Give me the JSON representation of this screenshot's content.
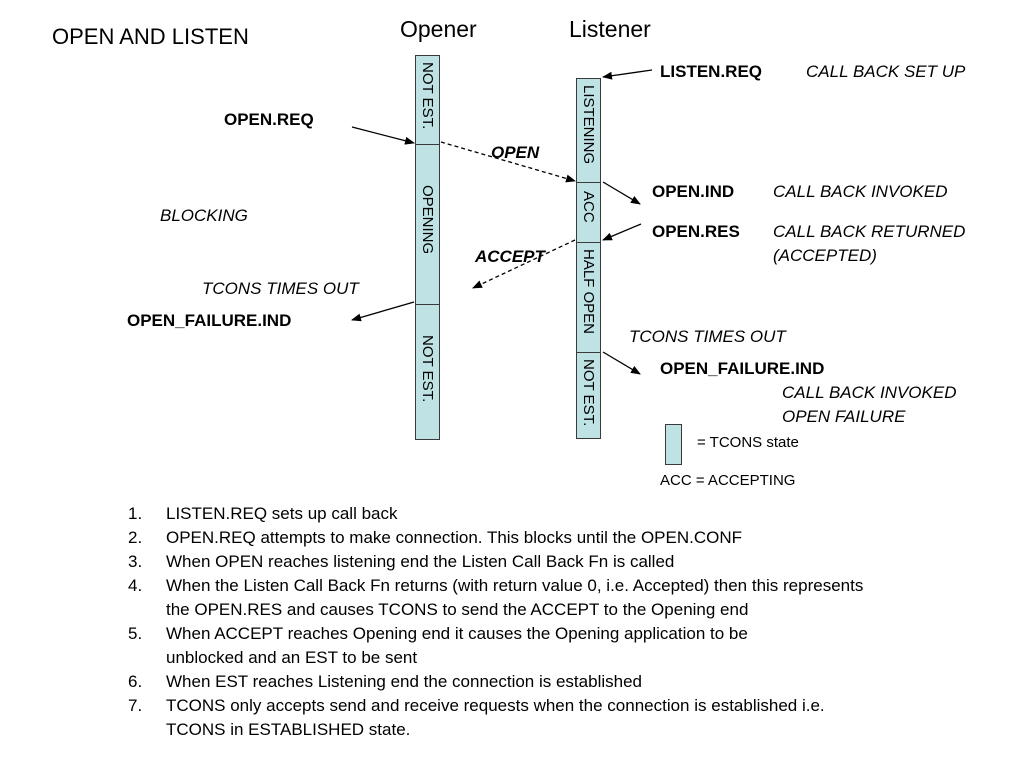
{
  "title": "OPEN AND LISTEN",
  "columns": {
    "opener": "Opener",
    "listener": "Listener"
  },
  "opener_states": [
    "NOT EST.",
    "OPENING",
    "NOT EST."
  ],
  "listener_states": [
    "LISTENING",
    "ACC",
    "HALF OPEN",
    "NOT EST."
  ],
  "labels": {
    "listen_req": "LISTEN.REQ",
    "call_back_set_up": "CALL BACK SET UP",
    "open_req": "OPEN.REQ",
    "open_msg": "OPEN",
    "open_ind": "OPEN.IND",
    "call_back_invoked": "CALL BACK INVOKED",
    "blocking": "BLOCKING",
    "open_res": "OPEN.RES",
    "call_back_returned": "CALL BACK RETURNED",
    "accepted": "(ACCEPTED)",
    "accept_msg": "ACCEPT",
    "tcons_times_out_left": "TCONS TIMES OUT",
    "open_failure_ind_left": "OPEN_FAILURE.IND",
    "tcons_times_out_right": "TCONS TIMES OUT",
    "open_failure_ind_right": "OPEN_FAILURE.IND",
    "call_back_invoked_2": "CALL BACK INVOKED",
    "open_failure": "OPEN FAILURE"
  },
  "legend": {
    "state": "= TCONS state",
    "acc": "ACC = ACCEPTING"
  },
  "colors": {
    "state_fill": "#bfe3e4",
    "outline": "#3a3a3a"
  },
  "notes": [
    {
      "num": "1.",
      "text": "LISTEN.REQ sets up call back"
    },
    {
      "num": "2.",
      "text": "OPEN.REQ attempts to make connection. This blocks until the OPEN.CONF"
    },
    {
      "num": "3.",
      "text": "When OPEN reaches listening end the Listen Call Back Fn is called"
    },
    {
      "num": "4.",
      "text": "When the Listen Call Back Fn returns (with return value 0, i.e. Accepted) then this represents the OPEN.RES and causes TCONS to send the ACCEPT to the Opening end"
    },
    {
      "num": "5.",
      "text": "When ACCEPT reaches Opening end it causes the Opening application to be unblocked and an EST to be sent"
    },
    {
      "num": "6.",
      "text": "When EST reaches Listening end the connection is established"
    },
    {
      "num": "7.",
      "text": "TCONS only accepts send and receive requests when the connection is established i.e. TCONS in ESTABLISHED state."
    }
  ]
}
